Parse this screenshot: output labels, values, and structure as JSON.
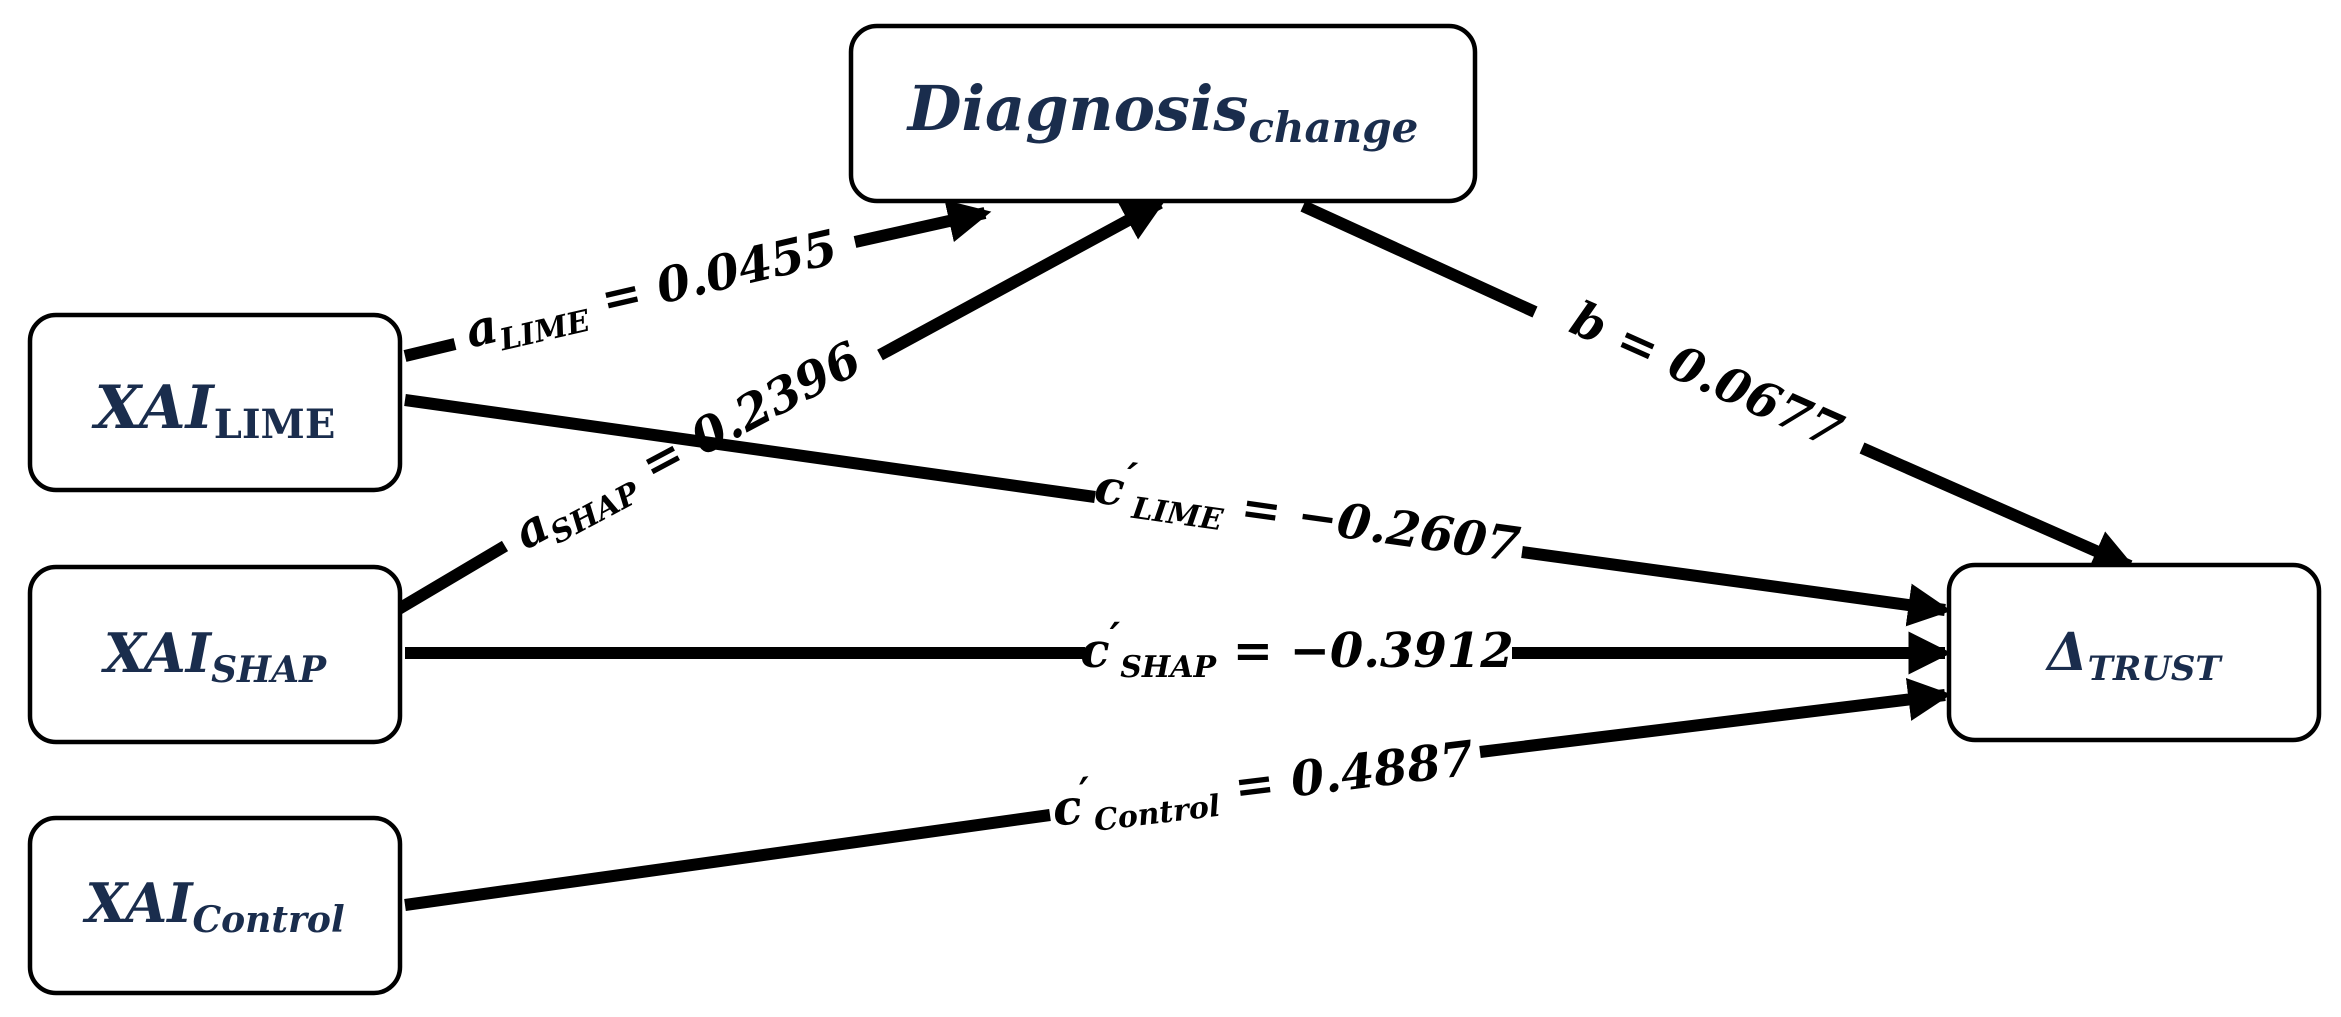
{
  "nodes": {
    "xai_lime": {
      "main": "XAI",
      "sub": "LIME"
    },
    "xai_shap": {
      "main": "XAI",
      "sub": "SHAP"
    },
    "xai_control": {
      "main": "XAI",
      "sub": "Control"
    },
    "diagnosis": {
      "main": "Diagnosis",
      "sub": "change"
    },
    "delta_trust": {
      "main": "Δ",
      "sub": "TRUST"
    }
  },
  "edges": {
    "a_lime": {
      "symbol": "a",
      "sub": "LIME",
      "prime": "",
      "value": " = 0.0455"
    },
    "a_shap": {
      "symbol": "a",
      "sub": "SHAP",
      "prime": "",
      "value": " = 0.2396"
    },
    "b": {
      "symbol": "b",
      "sub": "",
      "prime": "",
      "value": " = 0.0677"
    },
    "c_lime": {
      "symbol": "c",
      "sub": "LIME",
      "prime": "′",
      "value": " = −0.2607"
    },
    "c_shap": {
      "symbol": "c",
      "sub": "SHAP",
      "prime": "′",
      "value": " = −0.3912"
    },
    "c_control": {
      "symbol": "c",
      "sub": "Control",
      "prime": "′",
      "value": " = 0.4887"
    }
  },
  "colors": {
    "node_text": "#1a2d4d",
    "line": "#000000"
  }
}
